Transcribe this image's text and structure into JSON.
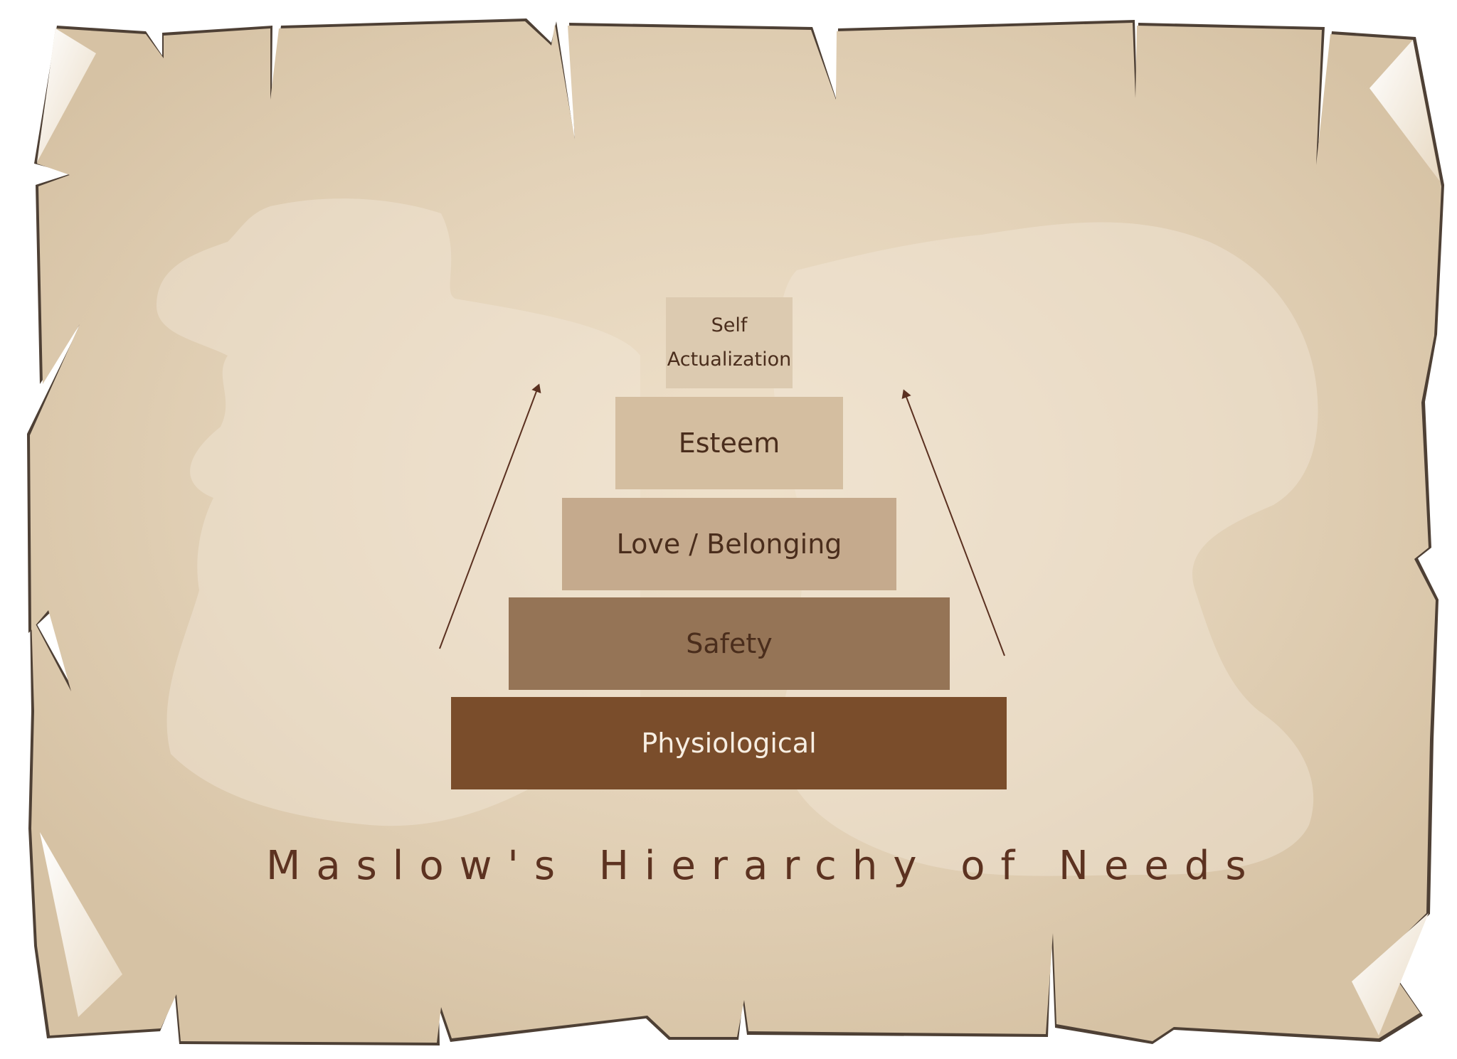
{
  "diagram": {
    "title": "Maslow's Hierarchy of Needs",
    "tiers": [
      {
        "id": "self_actualization",
        "lines": [
          "Self",
          "Actualization"
        ]
      },
      {
        "id": "esteem",
        "label": "Esteem"
      },
      {
        "id": "love_belonging",
        "label": "Love / Belonging"
      },
      {
        "id": "safety",
        "label": "Safety"
      },
      {
        "id": "physiological",
        "label": "Physiological"
      }
    ]
  },
  "colors": {
    "paper": "#d9c6a8",
    "paper_highlight": "#efe1cb",
    "border": "#4e4035",
    "tier_self": "#dccab0",
    "tier_esteem": "#d4bea0",
    "tier_love": "#c5aa8d",
    "tier_safety": "#957456",
    "tier_physiological": "#7a4d2b",
    "text_dark": "#4a2d1c",
    "text_light": "#f7eee2",
    "arrow": "#5a3020"
  },
  "icons": [
    "arrow-up-left-icon",
    "arrow-up-right-icon"
  ]
}
